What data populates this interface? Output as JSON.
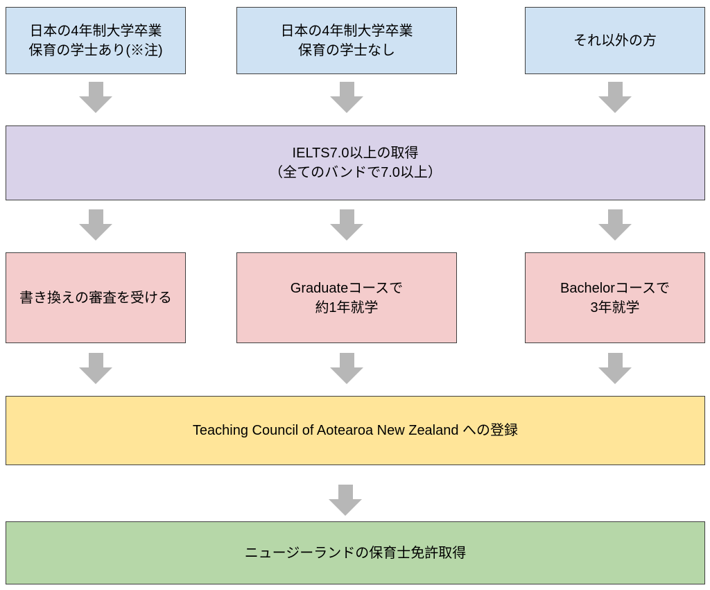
{
  "flow": {
    "columns": [
      {
        "source": {
          "lines": [
            "日本の4年制大学卒業",
            "保育の学士あり(※注)"
          ]
        },
        "path": {
          "lines": [
            "書き換えの審査を受ける"
          ]
        }
      },
      {
        "source": {
          "lines": [
            "日本の4年制大学卒業",
            "保育の学士なし"
          ]
        },
        "path": {
          "lines": [
            "Graduateコースで",
            "約1年就学"
          ]
        }
      },
      {
        "source": {
          "lines": [
            "それ以外の方"
          ]
        },
        "path": {
          "lines": [
            "Bachelorコースで",
            "3年就学"
          ]
        }
      }
    ],
    "ielts": {
      "lines": [
        "IELTS7.0以上の取得",
        "（全てのバンドで7.0以上）"
      ]
    },
    "registration": {
      "lines": [
        "Teaching Council of Aotearoa New Zealand への登録"
      ]
    },
    "outcome": {
      "lines": [
        "ニュージーランドの保育士免許取得"
      ]
    },
    "colors": {
      "source_fill": "#cfe2f3",
      "ielts_fill": "#d9d2e9",
      "path_fill": "#f4cccc",
      "registration_fill": "#ffe599",
      "outcome_fill": "#b6d7a8",
      "border": "#3f3f3f",
      "arrow": "#b7b7b7"
    }
  }
}
